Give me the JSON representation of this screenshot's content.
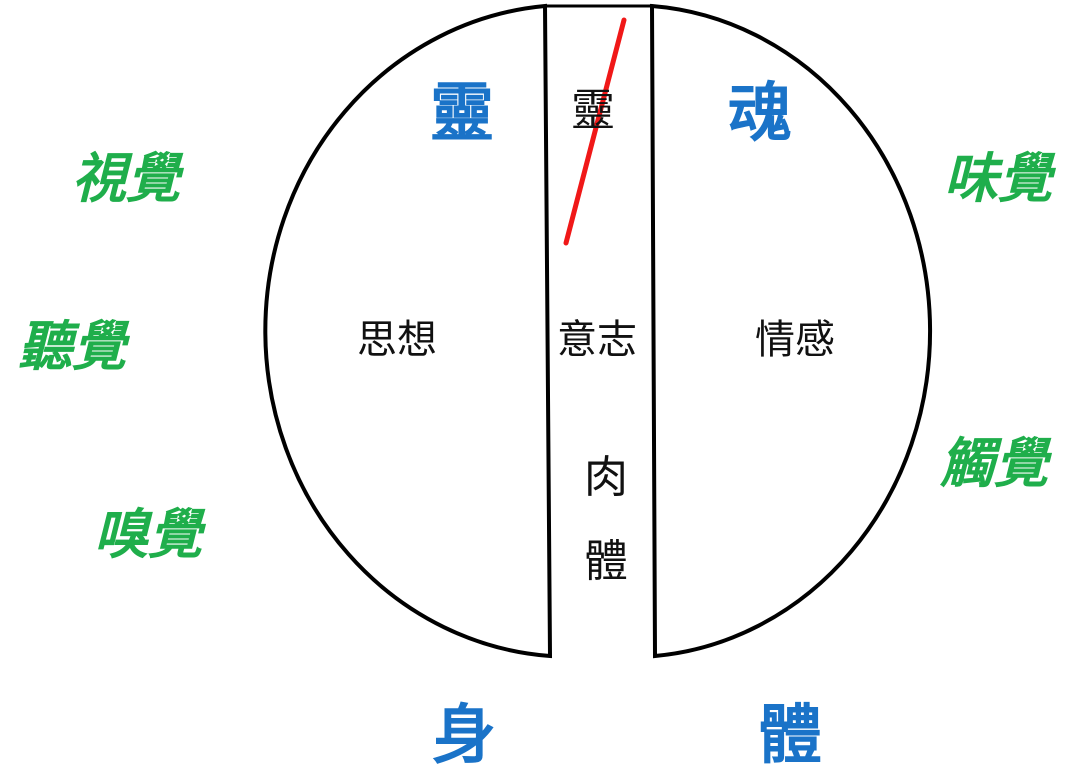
{
  "colors": {
    "blue": "#1a73c8",
    "green": "#1fae4b",
    "strike": "#f01818",
    "outline": "#000000"
  },
  "spirit": {
    "left_label": "靈",
    "center_label": "靈",
    "right_label": "魂"
  },
  "soul_parts": {
    "mind": "思想",
    "will": "意志",
    "emotion": "情感"
  },
  "flesh": {
    "top": "肉",
    "bottom": "體"
  },
  "body": {
    "left": "身",
    "right": "體"
  },
  "senses": {
    "sight": "視覺",
    "hearing": "聽覺",
    "smell": "嗅覺",
    "taste": "味覺",
    "touch": "觸覺"
  }
}
